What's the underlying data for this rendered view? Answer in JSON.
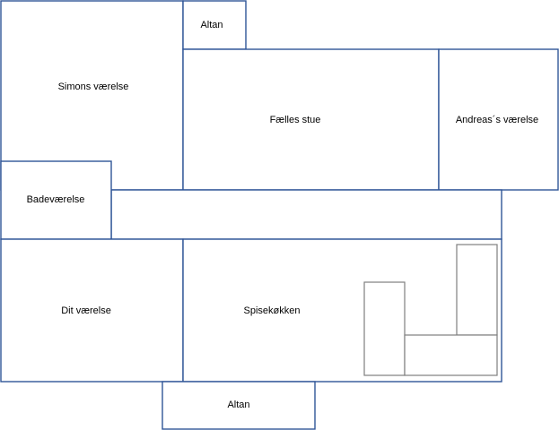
{
  "floorplan": {
    "rooms": [
      {
        "id": "simons-room",
        "label": "Simons værelse"
      },
      {
        "id": "balcony-top",
        "label": "Altan"
      },
      {
        "id": "living-room",
        "label": "Fælles stue"
      },
      {
        "id": "andreas-room",
        "label": "Andreas´s værelse"
      },
      {
        "id": "bathroom",
        "label": "Badeværelse"
      },
      {
        "id": "hallway",
        "label": ""
      },
      {
        "id": "your-room",
        "label": "Dit værelse"
      },
      {
        "id": "kitchen",
        "label": "Spisekøkken"
      },
      {
        "id": "balcony-bottom",
        "label": "Altan"
      }
    ]
  },
  "colors": {
    "wall": "#2f5597",
    "fixture": "#7f7f7f"
  }
}
